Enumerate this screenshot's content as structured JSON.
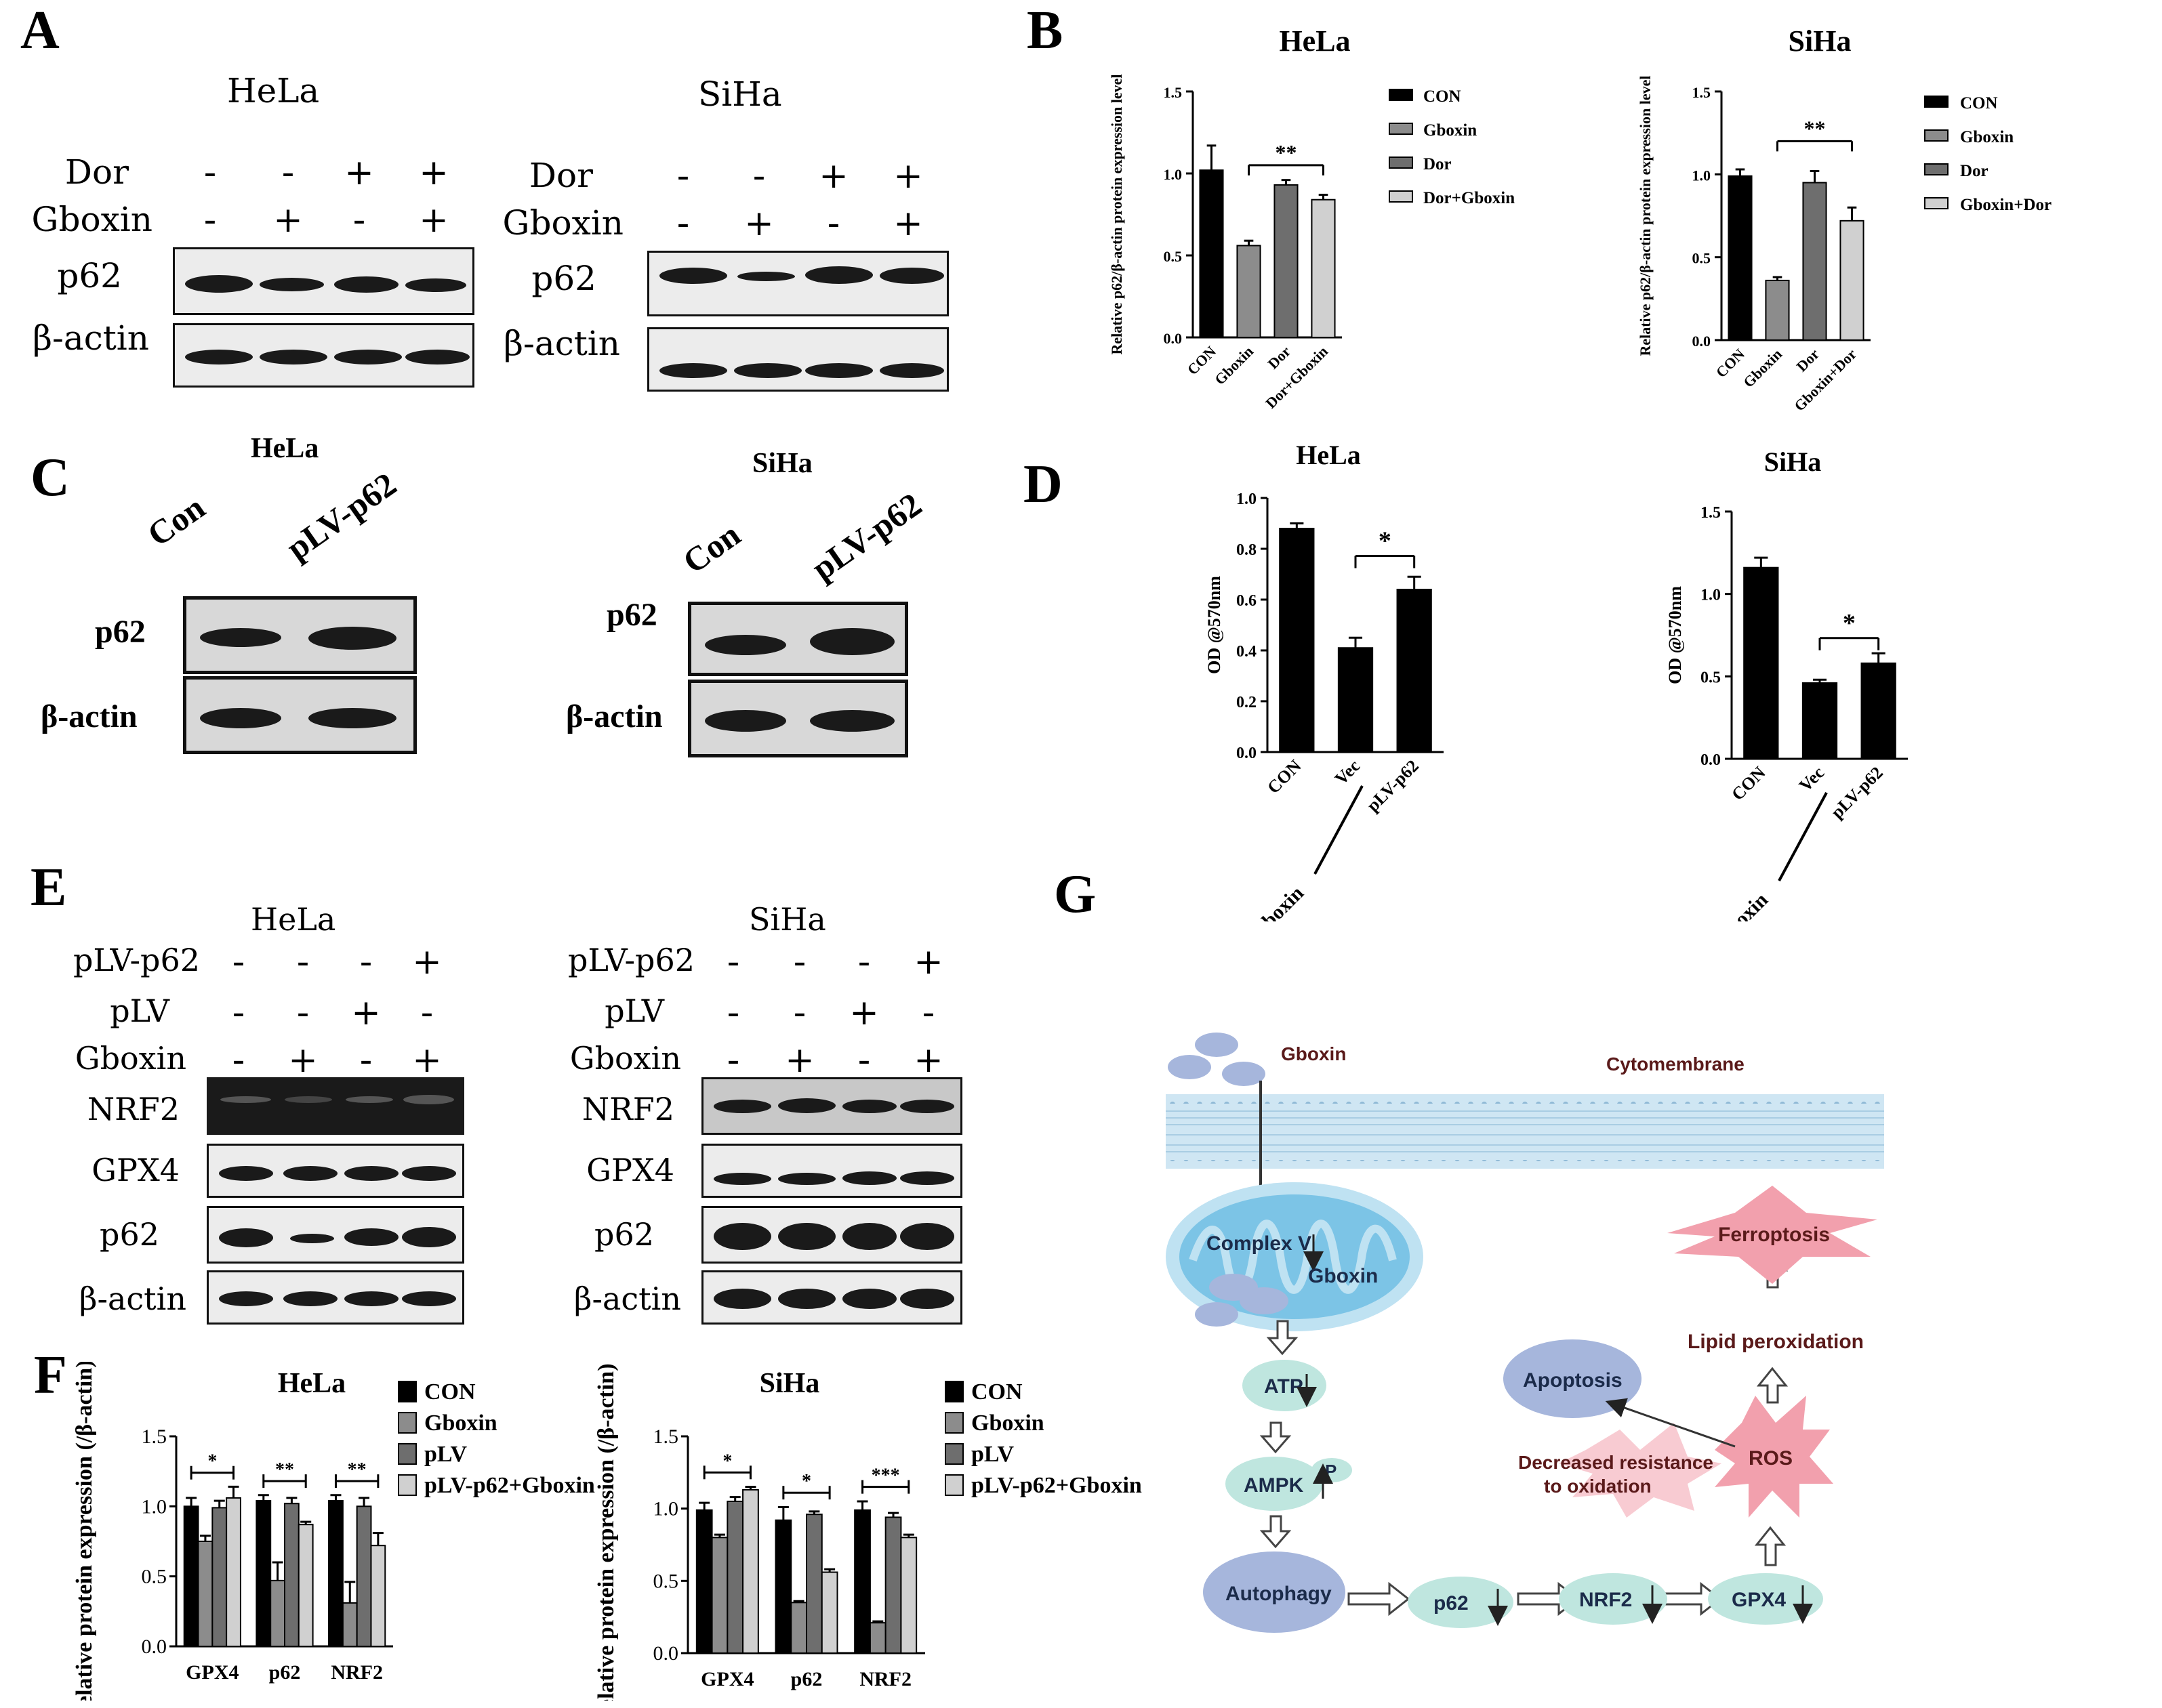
{
  "panel_labels": {
    "A": "A",
    "B": "B",
    "C": "C",
    "D": "D",
    "E": "E",
    "F": "F",
    "G": "G"
  },
  "panelA": {
    "hela": {
      "title": "HeLa",
      "rows": [
        {
          "label": "Dor",
          "signs": [
            "-",
            "-",
            "+",
            "+"
          ]
        },
        {
          "label": "Gboxin",
          "signs": [
            "-",
            "+",
            "-",
            "+"
          ]
        }
      ],
      "blots": [
        "p62",
        "β-actin"
      ]
    },
    "siha": {
      "title": "SiHa",
      "rows": [
        {
          "label": "Dor",
          "signs": [
            "-",
            "-",
            "+",
            "+"
          ]
        },
        {
          "label": "Gboxin",
          "signs": [
            "-",
            "+",
            "-",
            "+"
          ]
        }
      ],
      "blots": [
        "p62",
        "β-actin"
      ]
    }
  },
  "panelC": {
    "hela": {
      "title": "HeLa",
      "lanes": [
        "Con",
        "pLV-p62"
      ],
      "blots": [
        "p62",
        "β-actin"
      ]
    },
    "siha": {
      "title": "SiHa",
      "lanes": [
        "Con",
        "pLV-p62"
      ],
      "blots": [
        "p62",
        "β-actin"
      ]
    }
  },
  "panelE": {
    "hela": {
      "title": "HeLa",
      "rows": [
        {
          "label": "pLV-p62",
          "signs": [
            "-",
            "-",
            "-",
            "+"
          ]
        },
        {
          "label": "pLV",
          "signs": [
            "-",
            "-",
            "+",
            "-"
          ]
        },
        {
          "label": "Gboxin",
          "signs": [
            "-",
            "+",
            "-",
            "+"
          ]
        }
      ],
      "blots": [
        "NRF2",
        "GPX4",
        "p62",
        "β-actin"
      ]
    },
    "siha": {
      "title": "SiHa",
      "rows": [
        {
          "label": "pLV-p62",
          "signs": [
            "-",
            "-",
            "-",
            "+"
          ]
        },
        {
          "label": "pLV",
          "signs": [
            "-",
            "-",
            "+",
            "-"
          ]
        },
        {
          "label": "Gboxin",
          "signs": [
            "-",
            "+",
            "-",
            "+"
          ]
        }
      ],
      "blots": [
        "NRF2",
        "GPX4",
        "p62",
        "β-actin"
      ]
    }
  },
  "chart_data": [
    {
      "id": "B-HeLa",
      "type": "bar",
      "title": "HeLa",
      "ylabel": "Relative p62/β-actin protein expression level",
      "categories": [
        "CON",
        "Gboxin",
        "Dor",
        "Dor+Gboxin"
      ],
      "values": [
        1.02,
        0.56,
        0.93,
        0.84
      ],
      "errors": [
        0.15,
        0.03,
        0.03,
        0.03
      ],
      "ylim": [
        0,
        1.5
      ],
      "yticks": [
        "0.0",
        "0.5",
        "1.0",
        "1.5"
      ],
      "colors": [
        "#000000",
        "#8c8c8c",
        "#6e6e6e",
        "#d0d0d0"
      ],
      "legend": [
        "CON",
        "Gboxin",
        "Dor",
        "Dor+Gboxin"
      ],
      "sig": "**"
    },
    {
      "id": "B-SiHa",
      "type": "bar",
      "title": "SiHa",
      "ylabel": "Relative p62/β-actin protein expression level",
      "categories": [
        "CON",
        "Gboxin",
        "Dor",
        "Gboxin+Dor"
      ],
      "values": [
        0.99,
        0.36,
        0.95,
        0.72
      ],
      "errors": [
        0.04,
        0.02,
        0.07,
        0.08
      ],
      "ylim": [
        0,
        1.5
      ],
      "yticks": [
        "0.0",
        "0.5",
        "1.0",
        "1.5"
      ],
      "colors": [
        "#000000",
        "#8c8c8c",
        "#6e6e6e",
        "#d0d0d0"
      ],
      "legend": [
        "CON",
        "Gboxin",
        "Dor",
        "Gboxin+Dor"
      ],
      "sig": "**"
    },
    {
      "id": "D-HeLa",
      "type": "bar",
      "title": "HeLa",
      "ylabel": "OD @570nm",
      "categories": [
        "CON",
        "Vec",
        "pLV-p62"
      ],
      "group_label": "Gboxin",
      "values": [
        0.88,
        0.41,
        0.64
      ],
      "errors": [
        0.02,
        0.04,
        0.05
      ],
      "ylim": [
        0,
        1.0
      ],
      "yticks": [
        "0.0",
        "0.2",
        "0.4",
        "0.6",
        "0.8",
        "1.0"
      ],
      "sig": "*"
    },
    {
      "id": "D-SiHa",
      "type": "bar",
      "title": "SiHa",
      "ylabel": "OD @570nm",
      "categories": [
        "CON",
        "Vec",
        "pLV-p62"
      ],
      "group_label": "Gboxin",
      "values": [
        1.16,
        0.46,
        0.58
      ],
      "errors": [
        0.06,
        0.02,
        0.06
      ],
      "ylim": [
        0,
        1.5
      ],
      "yticks": [
        "0.0",
        "0.5",
        "1.0",
        "1.5"
      ],
      "sig": "*"
    },
    {
      "id": "F-HeLa",
      "type": "bar",
      "title": "HeLa",
      "ylabel": "Relative protein expression (/β-actin)",
      "categories": [
        "GPX4",
        "p62",
        "NRF2"
      ],
      "series": [
        {
          "name": "CON",
          "values": [
            1.0,
            1.04,
            1.04
          ],
          "errors": [
            0.06,
            0.04,
            0.04
          ],
          "color": "#000000"
        },
        {
          "name": "Gboxin",
          "values": [
            0.75,
            0.47,
            0.31
          ],
          "errors": [
            0.04,
            0.13,
            0.15
          ],
          "color": "#8c8c8c"
        },
        {
          "name": "pLV",
          "values": [
            0.99,
            1.02,
            1.0
          ],
          "errors": [
            0.05,
            0.04,
            0.06
          ],
          "color": "#6e6e6e"
        },
        {
          "name": "pLV-p62+Gboxin",
          "values": [
            1.06,
            0.87,
            0.72
          ],
          "errors": [
            0.08,
            0.02,
            0.09
          ],
          "color": "#d0d0d0"
        }
      ],
      "ylim": [
        0,
        1.5
      ],
      "yticks": [
        "0.0",
        "0.5",
        "1.0",
        "1.5"
      ],
      "sig": [
        "*",
        "**",
        "**"
      ]
    },
    {
      "id": "F-SiHa",
      "type": "bar",
      "title": "SiHa",
      "ylabel": "Relative protein expression (/β-actin)",
      "categories": [
        "GPX4",
        "p62",
        "NRF2"
      ],
      "series": [
        {
          "name": "CON",
          "values": [
            0.99,
            0.92,
            0.99
          ],
          "errors": [
            0.05,
            0.09,
            0.06
          ],
          "color": "#000000"
        },
        {
          "name": "Gboxin",
          "values": [
            0.8,
            0.35,
            0.21
          ],
          "errors": [
            0.02,
            0.01,
            0.01
          ],
          "color": "#8c8c8c"
        },
        {
          "name": "pLV",
          "values": [
            1.05,
            0.96,
            0.94
          ],
          "errors": [
            0.03,
            0.02,
            0.03
          ],
          "color": "#6e6e6e"
        },
        {
          "name": "pLV-p62+Gboxin",
          "values": [
            1.13,
            0.56,
            0.8
          ],
          "errors": [
            0.02,
            0.02,
            0.02
          ],
          "color": "#d0d0d0"
        }
      ],
      "ylim": [
        0,
        1.5
      ],
      "yticks": [
        "0.0",
        "0.5",
        "1.0",
        "1.5"
      ],
      "sig": [
        "*",
        "*",
        "***"
      ]
    }
  ],
  "panelG": {
    "gboxin": "Gboxin",
    "cytomembrane": "Cytomembrane",
    "complex": "Complex V",
    "gboxin_inner": "Gboxin",
    "atp": "ATP",
    "ampk": "AMPK",
    "p": "P",
    "autophagy": "Autophagy",
    "p62": "p62",
    "nrf2": "NRF2",
    "gpx4": "GPX4",
    "decreased_line1": "Decreased resistance",
    "decreased_line2": "to oxidation",
    "ros": "ROS",
    "apoptosis": "Apoptosis",
    "lipid": "Lipid peroxidation",
    "ferroptosis": "Ferroptosis",
    "colors": {
      "membrane": "#bfe0f0",
      "mito": "#7cc4e6",
      "node": "#bfe6df",
      "star": "#f2a0ad",
      "apoptosis": "#a6b6dc"
    }
  }
}
